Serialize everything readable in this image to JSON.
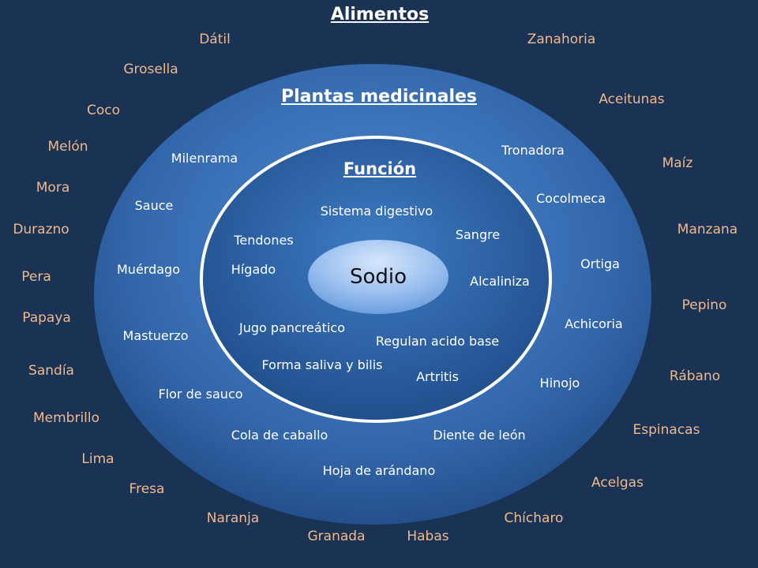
{
  "colors": {
    "background": "#1a3253",
    "outer_ring": "#3a73b8",
    "inner_ring": "#2c5f9e",
    "core": "#8eb6ec",
    "food_text": "#f0b98d",
    "plant_text": "#ffffff"
  },
  "titles": {
    "foods": "Alimentos",
    "plants": "Plantas medicinales",
    "function": "Función"
  },
  "core": {
    "label": "Sodio"
  },
  "foods": [
    "Dátil",
    "Zanahoria",
    "Grosella",
    "Aceitunas",
    "Coco",
    "Melón",
    "Maíz",
    "Mora",
    "Durazno",
    "Manzana",
    "Pera",
    "Pepino",
    "Papaya",
    "Sandía",
    "Rábano",
    "Membrillo",
    "Espinacas",
    "Lima",
    "Acelgas",
    "Fresa",
    "Naranja",
    "Chícharo",
    "Granada",
    "Habas"
  ],
  "plants": [
    "Milenrama",
    "Tronadora",
    "Sauce",
    "Cocolmeca",
    "Muérdago",
    "Ortiga",
    "Mastuerzo",
    "Achicoria",
    "Flor de sauco",
    "Hinojo",
    "Cola de caballo",
    "Diente de león",
    "Hoja de arándano"
  ],
  "functions": [
    "Sistema digestivo",
    "Sangre",
    "Tendones",
    "Hígado",
    "Alcaliniza",
    "Jugo pancreático",
    "Regulan acido base",
    "Forma saliva y bilis",
    "Artritis"
  ]
}
